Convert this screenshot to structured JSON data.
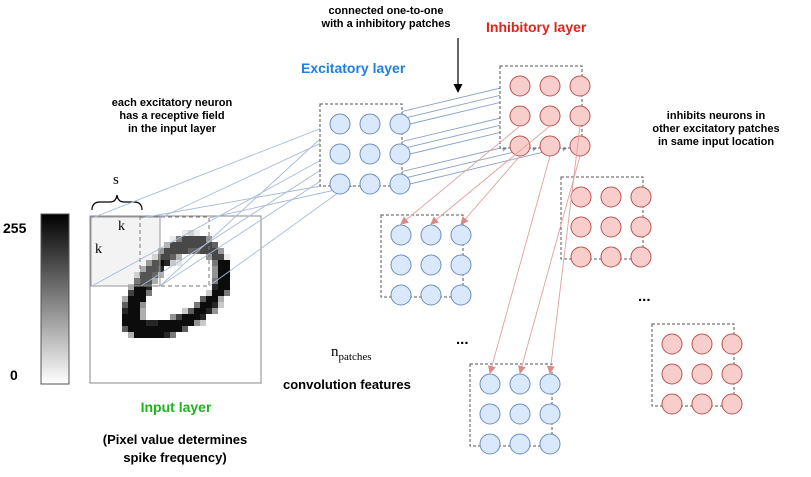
{
  "labels": {
    "connected": [
      "connected one-to-one",
      "with a inhibitory patches"
    ],
    "inhibitory_layer": "Inhibitory layer",
    "excitatory_layer": "Excitatory layer",
    "receptive": [
      "each excitatory neuron",
      "has a receptive field",
      "in the input layer"
    ],
    "inhibits": [
      "inhibits neurons in",
      "other excitatory patches",
      "in same input location"
    ],
    "input_layer": "Input layer",
    "pixel_note": [
      "(Pixel value determines",
      "spike frequency)"
    ],
    "n_base": "n",
    "n_sub": "patches",
    "conv_features": "convolution features",
    "s": "s",
    "k_top": "k",
    "k_left": "k",
    "scale_max": "255",
    "scale_min": "0",
    "ellipsis_1": "...",
    "ellipsis_2": "...",
    "colors": {
      "excitatory_fill": "#dae8fc",
      "excitatory_stroke": "#6c8ebf",
      "inhibitory_fill": "#f8cecc",
      "inhibitory_stroke": "#b85450",
      "inhibitory_title": "#e0231c",
      "excitatory_title": "#1f7fe0",
      "input_title": "#22b022"
    }
  }
}
